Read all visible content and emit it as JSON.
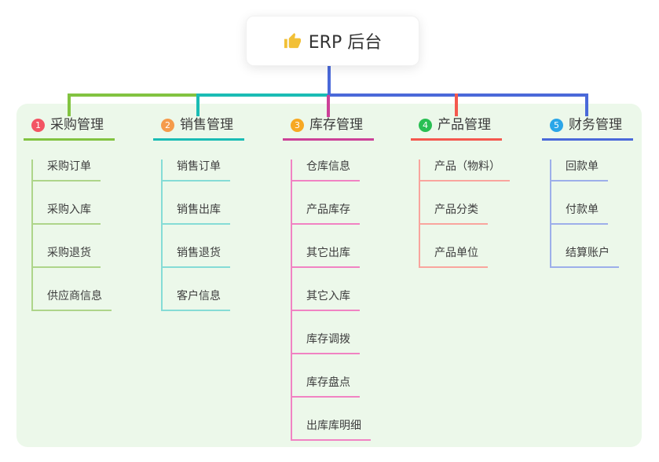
{
  "root": {
    "label": "ERP 后台",
    "icon": "thumbs-up-icon",
    "icon_color": "#f2c037"
  },
  "colors": {
    "canvas_bg": "#ffffff",
    "panel_bg": "#ecf8ea",
    "root_stem": "#4a69d9",
    "text": "#3d3d3d"
  },
  "branches": [
    {
      "id": "purchase-management",
      "badge": "1",
      "label": "采购管理",
      "badge_color": "#f35564",
      "line_color": "#82c341",
      "child_line_color": "#aed58a",
      "children": [
        {
          "label": "采购订单"
        },
        {
          "label": "采购入库"
        },
        {
          "label": "采购退货"
        },
        {
          "label": "供应商信息"
        }
      ]
    },
    {
      "id": "sales-management",
      "badge": "2",
      "label": "销售管理",
      "badge_color": "#f59b4b",
      "line_color": "#1abcb4",
      "child_line_color": "#85dcd6",
      "children": [
        {
          "label": "销售订单"
        },
        {
          "label": "销售出库"
        },
        {
          "label": "销售退货"
        },
        {
          "label": "客户信息"
        }
      ]
    },
    {
      "id": "inventory-management",
      "badge": "3",
      "label": "库存管理",
      "badge_color": "#f7a822",
      "line_color": "#cc4198",
      "child_line_color": "#f183c3",
      "children": [
        {
          "label": "仓库信息"
        },
        {
          "label": "产品库存"
        },
        {
          "label": "其它出库"
        },
        {
          "label": "其它入库"
        },
        {
          "label": "库存调拨"
        },
        {
          "label": "库存盘点"
        },
        {
          "label": "出库库明细"
        }
      ]
    },
    {
      "id": "product-management",
      "badge": "4",
      "label": "产品管理",
      "badge_color": "#29bf53",
      "line_color": "#f4584e",
      "child_line_color": "#f9a59e",
      "children": [
        {
          "label": "产品（物料）"
        },
        {
          "label": "产品分类"
        },
        {
          "label": "产品单位"
        }
      ]
    },
    {
      "id": "finance-management",
      "badge": "5",
      "label": "财务管理",
      "badge_color": "#2ba6e8",
      "line_color": "#4a69d9",
      "child_line_color": "#9dafea",
      "children": [
        {
          "label": "回款单"
        },
        {
          "label": "付款单"
        },
        {
          "label": "结算账户"
        }
      ]
    }
  ]
}
